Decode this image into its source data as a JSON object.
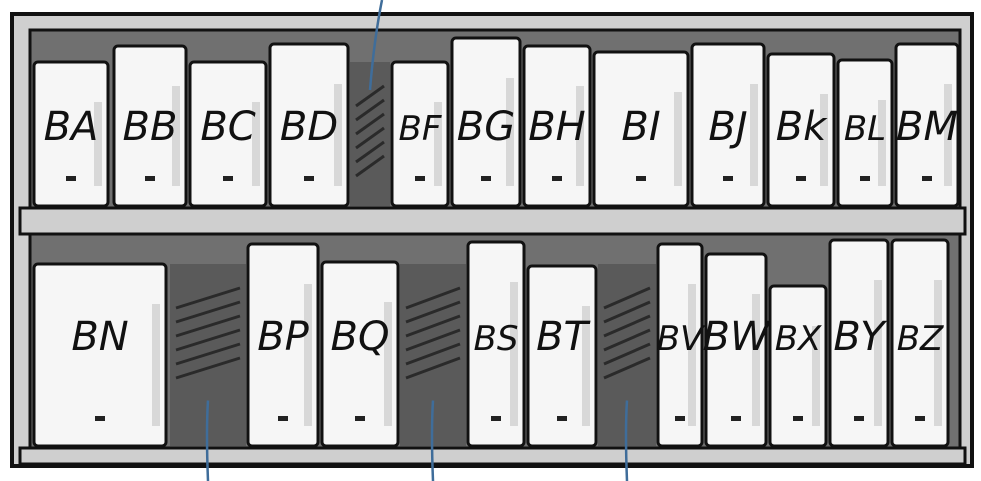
{
  "colors": {
    "frame": "#c9c9c9",
    "back_panel": "#6e6e6e",
    "book": "#f6f6f6",
    "outline": "#111111",
    "pointer": "#3f6d9a",
    "gap": "#555555"
  },
  "shelves": [
    {
      "books": [
        {
          "label": "BA"
        },
        {
          "label": "BB"
        },
        {
          "label": "BC"
        },
        {
          "label": "BD"
        },
        {
          "gap": true
        },
        {
          "label": "BF"
        },
        {
          "label": "BG"
        },
        {
          "label": "BH"
        },
        {
          "label": "BI"
        },
        {
          "label": "BJ"
        },
        {
          "label": "Bk"
        },
        {
          "label": "BL"
        },
        {
          "label": "BM"
        }
      ]
    },
    {
      "books": [
        {
          "label": "BN"
        },
        {
          "gap": true
        },
        {
          "label": "BP"
        },
        {
          "label": "BQ"
        },
        {
          "gap": true
        },
        {
          "label": "BS"
        },
        {
          "label": "BT"
        },
        {
          "gap": true
        },
        {
          "label": "BV"
        },
        {
          "label": "BW"
        },
        {
          "label": "BX"
        },
        {
          "label": "BY"
        },
        {
          "label": "BZ"
        }
      ]
    }
  ]
}
